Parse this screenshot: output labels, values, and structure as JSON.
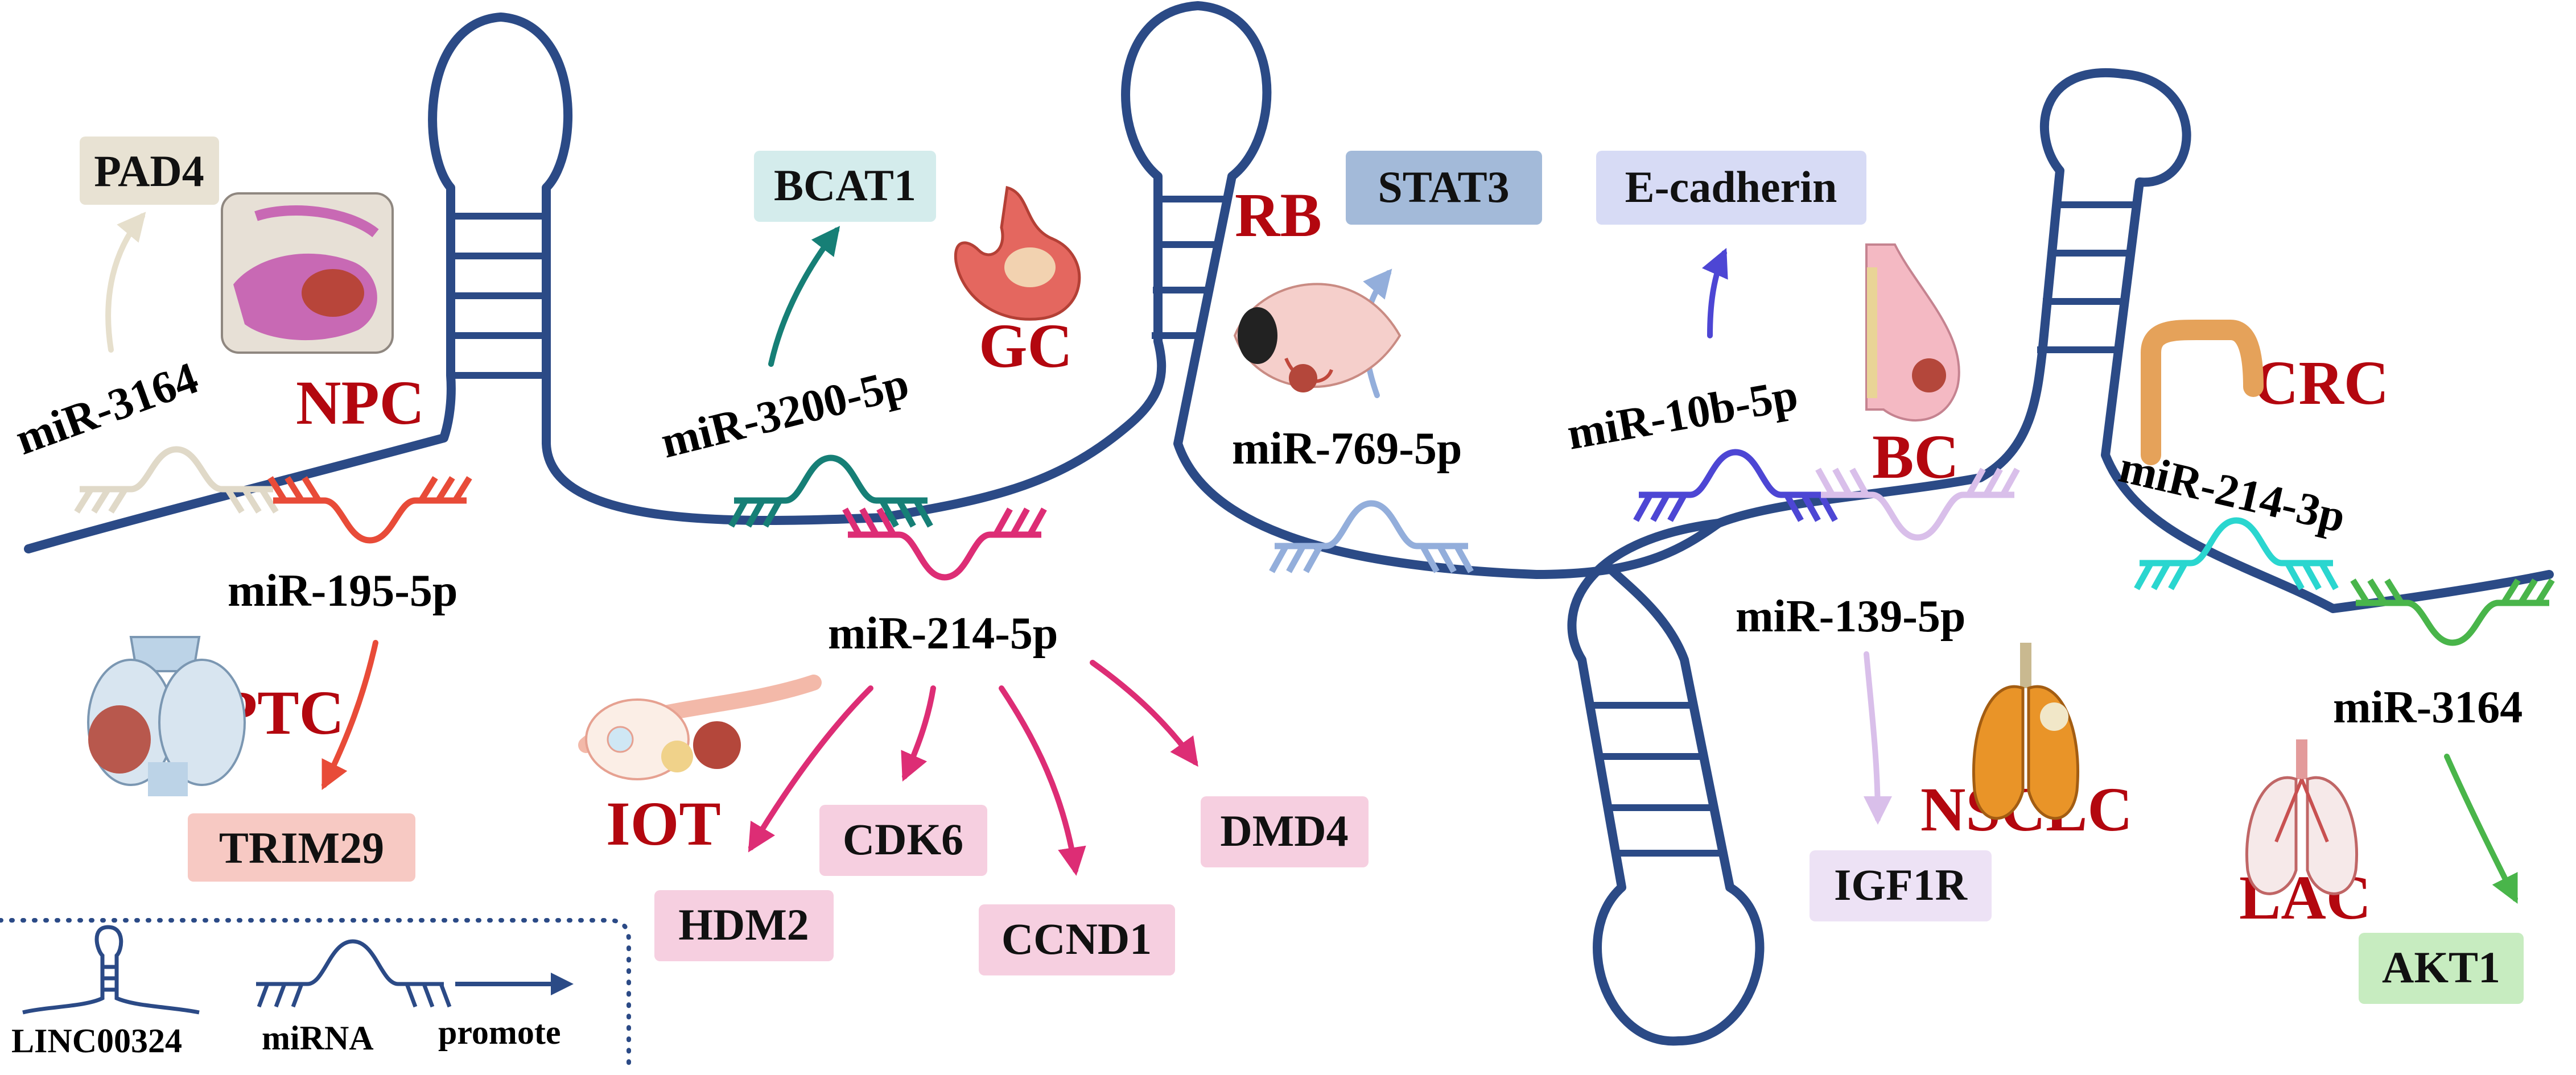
{
  "colors": {
    "backbone": "#2b4a86",
    "disease": "#b3070f",
    "pad4": "#e8e2d3",
    "bcat1": "#d4ecec",
    "stat3": "#a3bad9",
    "ecadherin": "#d7dbf5",
    "trim29": "#f7c9c3",
    "pink": "#f6cfe0",
    "igf1r": "#ede2f5",
    "akt1": "#c7ecc0"
  },
  "mirnas": {
    "mir3164_npc": "miR-3164",
    "mir195": "miR-195-5p",
    "mir3200": "miR-3200-5p",
    "mir214_5p": "miR-214-5p",
    "mir769": "miR-769-5p",
    "mir10b": "miR-10b-5p",
    "mir139": "miR-139-5p",
    "mir214_3p": "miR-214-3p",
    "mir3164_lac": "miR-3164"
  },
  "diseases": {
    "npc": "NPC",
    "ptc": "PTC",
    "gc": "GC",
    "iot": "IOT",
    "rb": "RB",
    "bc": "BC",
    "nsclc": "NSCLC",
    "crc": "CRC",
    "lac": "LAC"
  },
  "targets": {
    "pad4": "PAD4",
    "trim29": "TRIM29",
    "bcat1": "BCAT1",
    "hdm2": "HDM2",
    "cdk6": "CDK6",
    "ccnd1": "CCND1",
    "dmd4": "DMD4",
    "stat3": "STAT3",
    "ecadherin": "E-cadherin",
    "igf1r": "IGF1R",
    "akt1": "AKT1"
  },
  "legend": {
    "linc": "LINC00324",
    "mirna": "miRNA",
    "promote": "promote"
  },
  "icons": [
    "nasopharynx-icon",
    "thyroid-icon",
    "stomach-icon",
    "ovary-icon",
    "eye-icon",
    "breast-icon",
    "lung-tumor-icon",
    "colon-icon",
    "lung-icon"
  ]
}
